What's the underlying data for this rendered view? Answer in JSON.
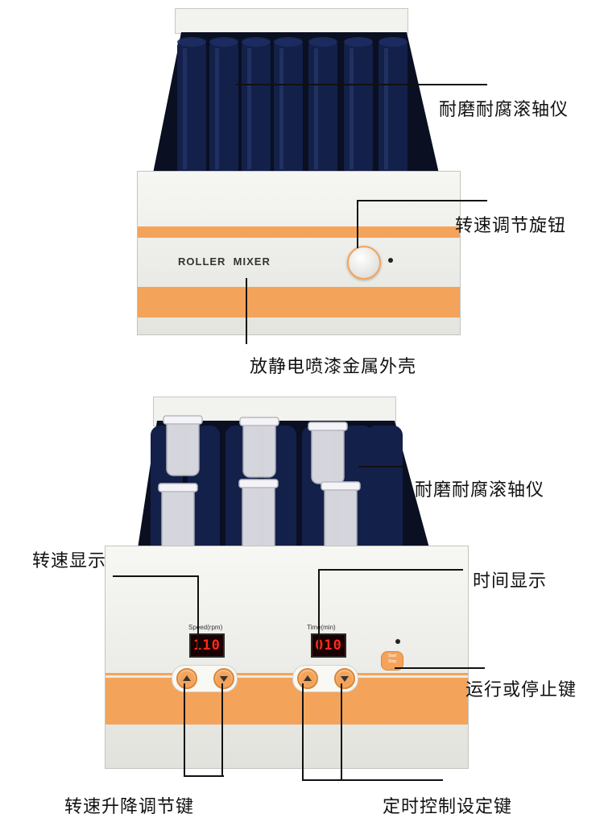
{
  "machine_top": {
    "panel_label": "ROLLER  MIXER",
    "callouts": {
      "rollers": "耐磨耐腐滚轴仪",
      "knob": "转速调节旋钮",
      "shell": "放静电喷漆金属外壳"
    }
  },
  "machine_bottom": {
    "speed_label": "Speed(rpm)",
    "speed_value": "110",
    "time_label": "Time(min)",
    "time_value": "010",
    "start_stop_label": "Start\nStop",
    "callouts": {
      "rollers": "耐磨耐腐滚轴仪",
      "speed_display": "转速显示",
      "time_display": "时间显示",
      "start_stop": "运行或停止键",
      "speed_keys": "转速升降调节键",
      "time_keys": "定时控制设定键"
    }
  },
  "colors": {
    "roller": "#0c1530",
    "body": "#eeeeea",
    "orange": "#f4a35a",
    "display_red": "#ff2a1a"
  }
}
